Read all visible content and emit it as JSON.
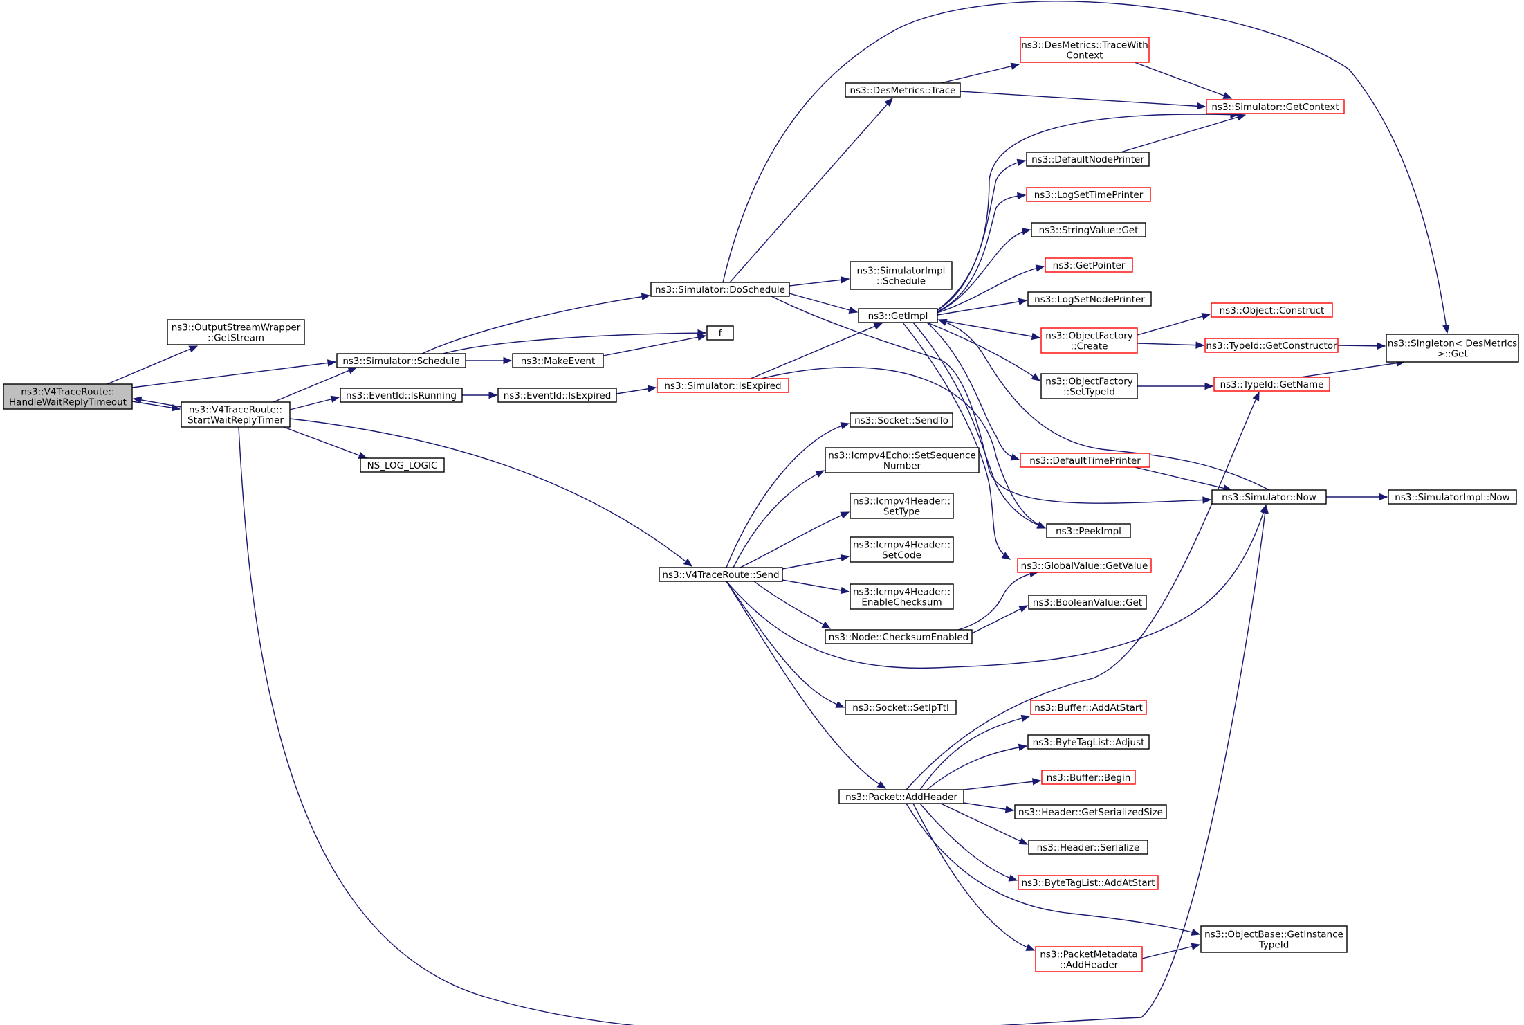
{
  "colors": {
    "edge": "#191970",
    "border_default": "#000000",
    "border_incomplete": "#ff0000",
    "fill_focus": "#bfbfbf",
    "fill_default": "#ffffff"
  },
  "nodes": [
    {
      "id": "HandleWaitReplyTimeout",
      "lines": [
        "ns3::V4TraceRoute::",
        "HandleWaitReplyTimeout"
      ],
      "style": "focus"
    },
    {
      "id": "GetStream",
      "lines": [
        "ns3::OutputStreamWrapper",
        "::GetStream"
      ],
      "style": "normal"
    },
    {
      "id": "SimSchedule",
      "lines": [
        "ns3::Simulator::Schedule"
      ],
      "style": "normal"
    },
    {
      "id": "StartWaitReplyTimer",
      "lines": [
        "ns3::V4TraceRoute::",
        "StartWaitReplyTimer"
      ],
      "style": "normal"
    },
    {
      "id": "IsRunning",
      "lines": [
        "ns3::EventId::IsRunning"
      ],
      "style": "normal"
    },
    {
      "id": "NS_LOG_LOGIC",
      "lines": [
        "NS_LOG_LOGIC"
      ],
      "style": "normal"
    },
    {
      "id": "MakeEvent",
      "lines": [
        "ns3::MakeEvent"
      ],
      "style": "normal"
    },
    {
      "id": "IsExpired",
      "lines": [
        "ns3::EventId::IsExpired"
      ],
      "style": "normal"
    },
    {
      "id": "SimIsExpired",
      "lines": [
        "ns3::Simulator::IsExpired"
      ],
      "style": "incomplete"
    },
    {
      "id": "DoSchedule",
      "lines": [
        "ns3::Simulator::DoSchedule"
      ],
      "style": "normal"
    },
    {
      "id": "f",
      "lines": [
        "f"
      ],
      "style": "normal"
    },
    {
      "id": "DesTrace",
      "lines": [
        "ns3::DesMetrics::Trace"
      ],
      "style": "normal"
    },
    {
      "id": "SimImplSchedule",
      "lines": [
        "ns3::SimulatorImpl",
        "::Schedule"
      ],
      "style": "normal"
    },
    {
      "id": "GetImpl",
      "lines": [
        "ns3::GetImpl"
      ],
      "style": "normal"
    },
    {
      "id": "Send",
      "lines": [
        "ns3::V4TraceRoute::Send"
      ],
      "style": "normal"
    },
    {
      "id": "SendTo",
      "lines": [
        "ns3::Socket::SendTo"
      ],
      "style": "normal"
    },
    {
      "id": "SetSequence",
      "lines": [
        "ns3::Icmpv4Echo::SetSequence",
        "Number"
      ],
      "style": "normal"
    },
    {
      "id": "SetType",
      "lines": [
        "ns3::Icmpv4Header::",
        "SetType"
      ],
      "style": "normal"
    },
    {
      "id": "SetCode",
      "lines": [
        "ns3::Icmpv4Header::",
        "SetCode"
      ],
      "style": "normal"
    },
    {
      "id": "EnableChecksum",
      "lines": [
        "ns3::Icmpv4Header::",
        "EnableChecksum"
      ],
      "style": "normal"
    },
    {
      "id": "ChecksumEnabled",
      "lines": [
        "ns3::Node::ChecksumEnabled"
      ],
      "style": "normal"
    },
    {
      "id": "SetIpTtl",
      "lines": [
        "ns3::Socket::SetIpTtl"
      ],
      "style": "normal"
    },
    {
      "id": "PacketAddHeader",
      "lines": [
        "ns3::Packet::AddHeader"
      ],
      "style": "normal"
    },
    {
      "id": "TraceWithContext",
      "lines": [
        "ns3::DesMetrics::TraceWith",
        "Context"
      ],
      "style": "incomplete"
    },
    {
      "id": "GetContext",
      "lines": [
        "ns3::Simulator::GetContext"
      ],
      "style": "incomplete"
    },
    {
      "id": "DefaultNodePrinter",
      "lines": [
        "ns3::DefaultNodePrinter"
      ],
      "style": "normal"
    },
    {
      "id": "LogSetTimePrinter",
      "lines": [
        "ns3::LogSetTimePrinter"
      ],
      "style": "incomplete"
    },
    {
      "id": "StringValueGet",
      "lines": [
        "ns3::StringValue::Get"
      ],
      "style": "normal"
    },
    {
      "id": "GetPointer",
      "lines": [
        "ns3::GetPointer"
      ],
      "style": "incomplete"
    },
    {
      "id": "LogSetNodePrinter",
      "lines": [
        "ns3::LogSetNodePrinter"
      ],
      "style": "normal"
    },
    {
      "id": "OFCreate",
      "lines": [
        "ns3::ObjectFactory",
        "::Create"
      ],
      "style": "incomplete"
    },
    {
      "id": "OFSetTypeId",
      "lines": [
        "ns3::ObjectFactory",
        "::SetTypeId"
      ],
      "style": "normal"
    },
    {
      "id": "DefaultTimePrinter",
      "lines": [
        "ns3::DefaultTimePrinter"
      ],
      "style": "incomplete"
    },
    {
      "id": "PeekImpl",
      "lines": [
        "ns3::PeekImpl"
      ],
      "style": "normal"
    },
    {
      "id": "GVGetValue",
      "lines": [
        "ns3::GlobalValue::GetValue"
      ],
      "style": "incomplete"
    },
    {
      "id": "BoolGet",
      "lines": [
        "ns3::BooleanValue::Get"
      ],
      "style": "normal"
    },
    {
      "id": "BufAddAtStart",
      "lines": [
        "ns3::Buffer::AddAtStart"
      ],
      "style": "incomplete"
    },
    {
      "id": "BTLAdjust",
      "lines": [
        "ns3::ByteTagList::Adjust"
      ],
      "style": "normal"
    },
    {
      "id": "BufBegin",
      "lines": [
        "ns3::Buffer::Begin"
      ],
      "style": "incomplete"
    },
    {
      "id": "HdrSerSize",
      "lines": [
        "ns3::Header::GetSerializedSize"
      ],
      "style": "normal"
    },
    {
      "id": "HdrSerialize",
      "lines": [
        "ns3::Header::Serialize"
      ],
      "style": "normal"
    },
    {
      "id": "BTLAddAtStart",
      "lines": [
        "ns3::ByteTagList::AddAtStart"
      ],
      "style": "incomplete"
    },
    {
      "id": "PMAddHeader",
      "lines": [
        "ns3::PacketMetadata",
        "::AddHeader"
      ],
      "style": "incomplete"
    },
    {
      "id": "ObjConstruct",
      "lines": [
        "ns3::Object::Construct"
      ],
      "style": "incomplete"
    },
    {
      "id": "GetConstructor",
      "lines": [
        "ns3::TypeId::GetConstructor"
      ],
      "style": "incomplete"
    },
    {
      "id": "GetName",
      "lines": [
        "ns3::TypeId::GetName"
      ],
      "style": "incomplete"
    },
    {
      "id": "SimNow",
      "lines": [
        "ns3::Simulator::Now"
      ],
      "style": "normal"
    },
    {
      "id": "GetInstanceTypeId",
      "lines": [
        "ns3::ObjectBase::GetInstance",
        "TypeId"
      ],
      "style": "normal"
    },
    {
      "id": "SingletonGet",
      "lines": [
        "ns3::Singleton< DesMetrics",
        ">::Get"
      ],
      "style": "normal"
    },
    {
      "id": "SimImplNow",
      "lines": [
        "ns3::SimulatorImpl::Now"
      ],
      "style": "normal"
    }
  ],
  "edges": [
    [
      "HandleWaitReplyTimeout",
      "GetStream"
    ],
    [
      "HandleWaitReplyTimeout",
      "SimSchedule"
    ],
    [
      "HandleWaitReplyTimeout",
      "StartWaitReplyTimer"
    ],
    [
      "StartWaitReplyTimer",
      "HandleWaitReplyTimeout"
    ],
    [
      "StartWaitReplyTimer",
      "SimSchedule"
    ],
    [
      "StartWaitReplyTimer",
      "IsRunning"
    ],
    [
      "StartWaitReplyTimer",
      "NS_LOG_LOGIC"
    ],
    [
      "StartWaitReplyTimer",
      "Send"
    ],
    [
      "StartWaitReplyTimer",
      "SimNow"
    ],
    [
      "SimSchedule",
      "DoSchedule"
    ],
    [
      "SimSchedule",
      "f"
    ],
    [
      "SimSchedule",
      "MakeEvent"
    ],
    [
      "MakeEvent",
      "f"
    ],
    [
      "IsRunning",
      "IsExpired"
    ],
    [
      "IsExpired",
      "SimIsExpired"
    ],
    [
      "SimIsExpired",
      "GetImpl"
    ],
    [
      "SimIsExpired",
      "PeekImpl"
    ],
    [
      "DoSchedule",
      "SingletonGet"
    ],
    [
      "DoSchedule",
      "DesTrace"
    ],
    [
      "DoSchedule",
      "SimImplSchedule"
    ],
    [
      "DoSchedule",
      "GetImpl"
    ],
    [
      "DoSchedule",
      "SimNow"
    ],
    [
      "DesTrace",
      "TraceWithContext"
    ],
    [
      "DesTrace",
      "GetContext"
    ],
    [
      "TraceWithContext",
      "GetContext"
    ],
    [
      "DefaultNodePrinter",
      "GetContext"
    ],
    [
      "GetImpl",
      "GetContext"
    ],
    [
      "GetImpl",
      "DefaultNodePrinter"
    ],
    [
      "GetImpl",
      "LogSetTimePrinter"
    ],
    [
      "GetImpl",
      "StringValueGet"
    ],
    [
      "GetImpl",
      "GetPointer"
    ],
    [
      "GetImpl",
      "LogSetNodePrinter"
    ],
    [
      "GetImpl",
      "OFCreate"
    ],
    [
      "GetImpl",
      "OFSetTypeId"
    ],
    [
      "GetImpl",
      "DefaultTimePrinter"
    ],
    [
      "GetImpl",
      "PeekImpl"
    ],
    [
      "GetImpl",
      "GVGetValue"
    ],
    [
      "SimNow",
      "GetImpl"
    ],
    [
      "OFCreate",
      "ObjConstruct"
    ],
    [
      "OFCreate",
      "GetConstructor"
    ],
    [
      "GetConstructor",
      "SingletonGet"
    ],
    [
      "OFSetTypeId",
      "GetName"
    ],
    [
      "GetName",
      "SingletonGet"
    ],
    [
      "DefaultTimePrinter",
      "SimNow"
    ],
    [
      "SimNow",
      "SimImplNow"
    ],
    [
      "Send",
      "SendTo"
    ],
    [
      "Send",
      "SetSequence"
    ],
    [
      "Send",
      "SetType"
    ],
    [
      "Send",
      "SetCode"
    ],
    [
      "Send",
      "EnableChecksum"
    ],
    [
      "Send",
      "ChecksumEnabled"
    ],
    [
      "Send",
      "SetIpTtl"
    ],
    [
      "Send",
      "PacketAddHeader"
    ],
    [
      "Send",
      "SimNow"
    ],
    [
      "ChecksumEnabled",
      "GVGetValue"
    ],
    [
      "ChecksumEnabled",
      "BoolGet"
    ],
    [
      "PacketAddHeader",
      "GetName"
    ],
    [
      "PacketAddHeader",
      "BufAddAtStart"
    ],
    [
      "PacketAddHeader",
      "BTLAdjust"
    ],
    [
      "PacketAddHeader",
      "BufBegin"
    ],
    [
      "PacketAddHeader",
      "HdrSerSize"
    ],
    [
      "PacketAddHeader",
      "HdrSerialize"
    ],
    [
      "PacketAddHeader",
      "BTLAddAtStart"
    ],
    [
      "PacketAddHeader",
      "PMAddHeader"
    ],
    [
      "PacketAddHeader",
      "GetInstanceTypeId"
    ],
    [
      "PMAddHeader",
      "GetInstanceTypeId"
    ]
  ]
}
